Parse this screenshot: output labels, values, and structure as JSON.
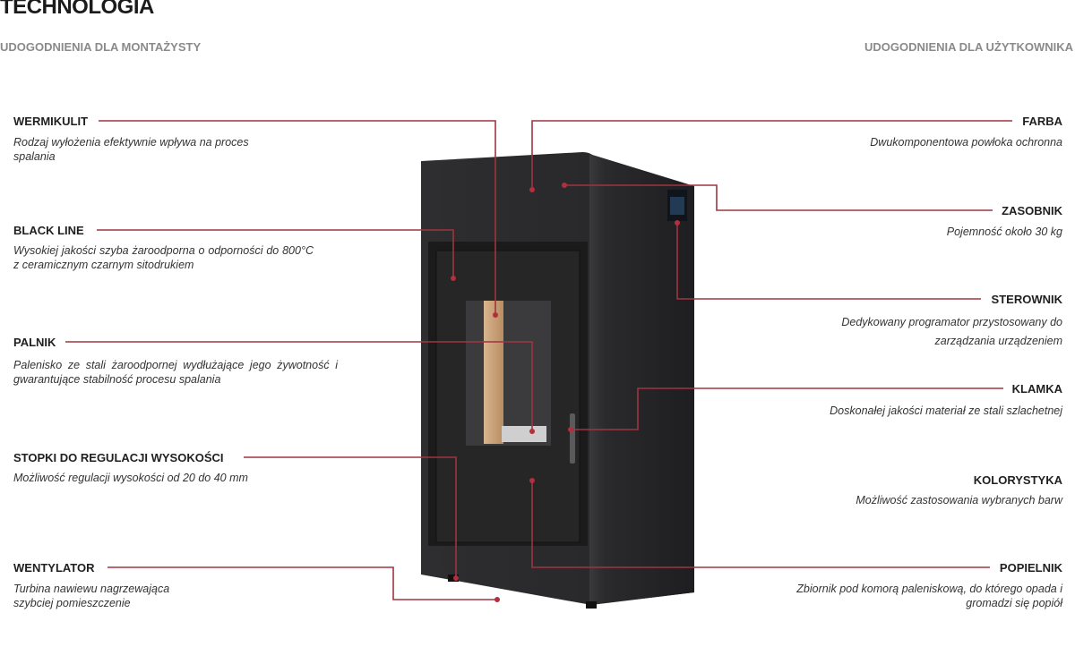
{
  "title": "TECHNOLOGIA",
  "left_heading": "UDOGODNIENIA DLA MONTAŻYSTY",
  "right_heading": "UDOGODNIENIA DLA UŻYTKOWNIKA",
  "left": [
    {
      "name": "WERMIKULIT",
      "desc": "Rodzaj wyłożenia efektywnie wpływa na proces spalania"
    },
    {
      "name": "BLACK LINE",
      "desc": "Wysokiej jakości szyba żaroodporna o odporności do 800°C z ceramicznym czarnym sitodrukiem"
    },
    {
      "name": "PALNIK",
      "desc": "Palenisko ze stali żaroodpornej wydłużające jego żywotność i gwarantujące stabilność procesu spalania"
    },
    {
      "name": "STOPKI DO REGULACJI WYSOKOŚCI",
      "desc": "Możliwość regulacji wysokości od 20 do 40 mm"
    },
    {
      "name": "WENTYLATOR",
      "desc": "Turbina nawiewu nagrzewająca szybciej pomieszczenie"
    }
  ],
  "right": [
    {
      "name": "FARBA",
      "desc": "Dwukomponentowa powłoka ochronna"
    },
    {
      "name": "ZASOBNIK",
      "desc": "Pojemność około 30 kg"
    },
    {
      "name": "STEROWNIK",
      "desc": "Dedykowany programator przystosowany do zarządzania urządzeniem"
    },
    {
      "name": "KLAMKA",
      "desc": "Doskonałej jakości materiał ze stali szlachetnej"
    },
    {
      "name": "KOLORYSTYKA",
      "desc": "Możliwość zastosowania wybranych barw"
    },
    {
      "name": "POPIELNIK",
      "desc": "Zbiornik pod komorą paleniskową, do którego opada i gromadzi się popiół"
    }
  ],
  "colors": {
    "leader": "#9e3540",
    "stove": "#2a2a2c"
  }
}
